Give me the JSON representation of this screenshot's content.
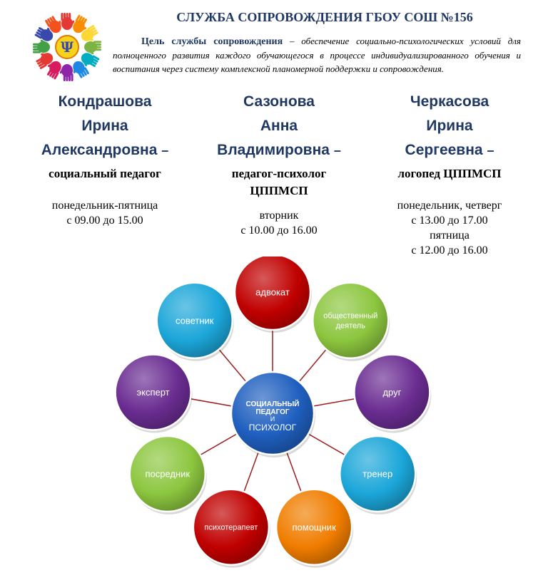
{
  "header": {
    "title": "СЛУЖБА СОПРОВОЖДЕНИЯ ГБОУ СОШ №156",
    "goal_lead": "Цель службы сопровождения",
    "goal_text": " – обеспечение социально-психологических условий для полноценного развития каждого обучающегося в процессе индивидуализированного обучения и воспитания через систему комплексной планомерной поддержки и сопровождения."
  },
  "logo": {
    "symbol": "Ψ",
    "icon": "hands-circle-logo-icon"
  },
  "staff": [
    {
      "surname": "Кондрашова",
      "name": "Ирина",
      "patronymic": "Александровна",
      "dash": "–",
      "role_lines": [
        "социальный педагог"
      ],
      "schedule_lines": [
        "понедельник-пятница",
        "с 09.00 до 15.00"
      ]
    },
    {
      "surname": "Сазонова",
      "name": "Анна",
      "patronymic": "Владимировна",
      "dash": "–",
      "role_lines": [
        "педагог-психолог",
        "ЦППМСП"
      ],
      "schedule_lines": [
        "вторник",
        "с 10.00 до 16.00"
      ]
    },
    {
      "surname": "Черкасова",
      "name": "Ирина",
      "patronymic": "Сергеевна",
      "dash": "–",
      "role_lines": [
        "логопед ЦППМСП"
      ],
      "schedule_lines": [
        "понедельник, четверг",
        "с 13.00 до 17.00",
        "пятница",
        "с 12.00 до 16.00"
      ]
    }
  ],
  "diagram": {
    "center_lines": [
      "СОЦИАЛЬНЫЙ",
      "ПЕДАГОГ",
      "И",
      "ПСИХОЛОГ"
    ],
    "center_color": "#1f5fbf",
    "nodes": [
      {
        "label": [
          "адвокат"
        ],
        "color": "#c00000"
      },
      {
        "label": [
          "общественный",
          "деятель"
        ],
        "color": "#8cc63f"
      },
      {
        "label": [
          "друг"
        ],
        "color": "#6a2c91"
      },
      {
        "label": [
          "тренер"
        ],
        "color": "#1ba6d9"
      },
      {
        "label": [
          "помощник"
        ],
        "color": "#f07d00"
      },
      {
        "label": [
          "психотерапевт"
        ],
        "color": "#c00000"
      },
      {
        "label": [
          "посредник"
        ],
        "color": "#8cc63f"
      },
      {
        "label": [
          "эксперт"
        ],
        "color": "#6a2c91"
      },
      {
        "label": [
          "советник"
        ],
        "color": "#1ba6d9"
      }
    ]
  }
}
